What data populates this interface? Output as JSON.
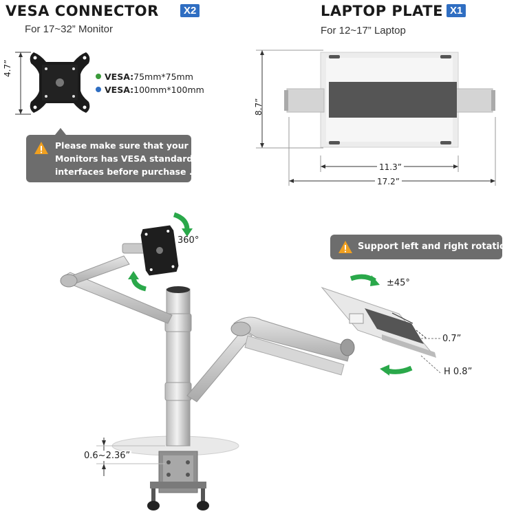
{
  "vesa_connector": {
    "title": "VESA CONNECTOR",
    "qty": "X2",
    "subtitle": "For 17~32” Monitor",
    "height": "4.7”",
    "spec1_label": "VESA:",
    "spec1_value": "75mm*75mm",
    "spec2_label": "VESA:",
    "spec2_value": "100mm*100mm",
    "spec1_color": "#3a9a3a",
    "spec2_color": "#2f6ec2",
    "note_line1": "Please make sure that your",
    "note_line2": "Monitors has VESA standard",
    "note_line3": "interfaces before purchase ."
  },
  "laptop_plate": {
    "title": "LAPTOP PLATE",
    "qty": "X1",
    "subtitle": "For 12~17” Laptop",
    "height": "8.7”",
    "width_inner": "11.3”",
    "width_outer": "17.2”"
  },
  "product": {
    "monitor_rotation": "360°",
    "laptop_note": "Support left and right rotation",
    "laptop_tilt": "±45°",
    "lip_height_a": "0.7”",
    "lip_height_b": "H 0.8”",
    "clamp_range": "0.6~2.36”"
  },
  "colors": {
    "badge": "#2f6ec2",
    "callout": "#6d6d6d",
    "arrow": "#2aa84a",
    "warn": "#f0a020"
  },
  "icons": [
    "warning-icon",
    "rotate-arrow-icon"
  ]
}
